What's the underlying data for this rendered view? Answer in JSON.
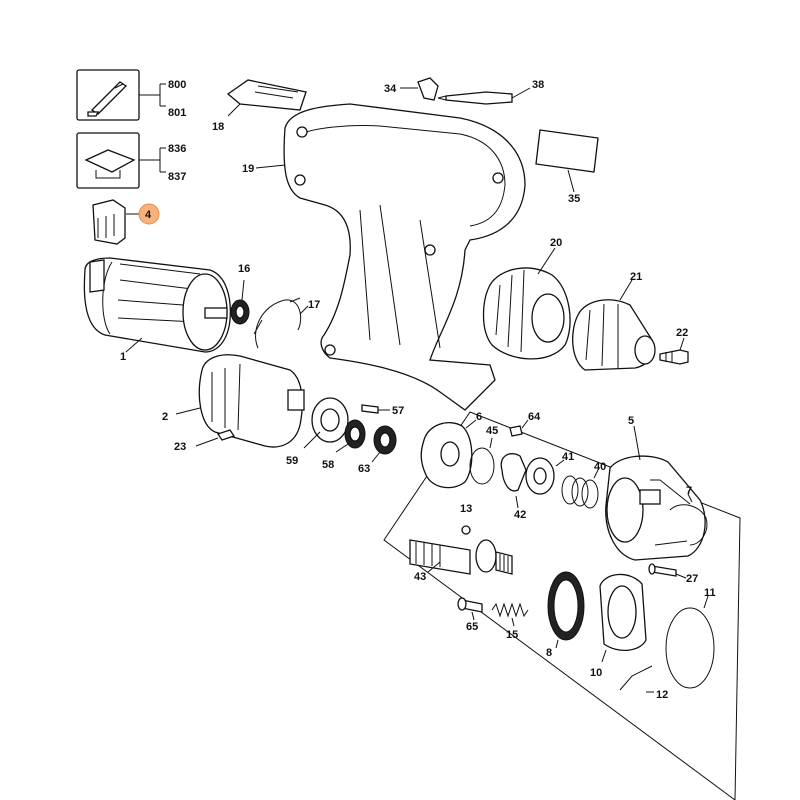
{
  "diagram": {
    "highlighted_part": "4",
    "highlight_color": "#f7b27a",
    "labels": {
      "800": "800",
      "801": "801",
      "836": "836",
      "837": "837",
      "4": "4",
      "18": "18",
      "34": "34",
      "38": "38",
      "19": "19",
      "35": "35",
      "16": "16",
      "17": "17",
      "1": "1",
      "20": "20",
      "21": "21",
      "22": "22",
      "2": "2",
      "23": "23",
      "59": "59",
      "57": "57",
      "58": "58",
      "63": "63",
      "6": "6",
      "64": "64",
      "45": "45",
      "41": "41",
      "40": "40",
      "42": "42",
      "5": "5",
      "7": "7",
      "13": "13",
      "43": "43",
      "27": "27",
      "65": "65",
      "15": "15",
      "8": "8",
      "11": "11",
      "10": "10",
      "12": "12"
    }
  }
}
